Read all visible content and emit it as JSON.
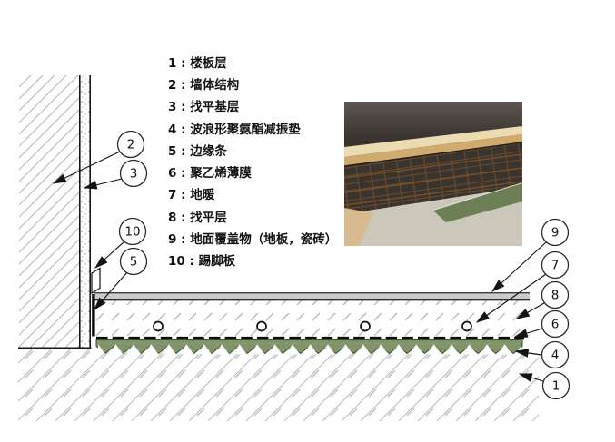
{
  "legend": {
    "items": [
      {
        "text": "1 : 楼板层"
      },
      {
        "text": "2 : 墙体结构"
      },
      {
        "text": "3 : 找平基层"
      },
      {
        "text": "4 : 波浪形聚氨酯减振垫"
      },
      {
        "text": "5 : 边缘条"
      },
      {
        "text": "6 : 聚乙烯薄膜"
      },
      {
        "text": "7 : 地暖"
      },
      {
        "text": "8 : 找平层"
      },
      {
        "text": "9 : 地面覆盖物（地板，瓷砖）"
      },
      {
        "text": "10 : 踢脚板"
      }
    ]
  },
  "callouts": {
    "floor_slab": "1",
    "wall_structure": "2",
    "leveling_base": "3",
    "damping_pad": "4",
    "edge_strip": "5",
    "pe_film": "6",
    "floor_heating": "7",
    "leveling_layer": "8",
    "floor_covering": "9",
    "skirting_board": "10"
  },
  "colors": {
    "damping_pad_green": "#7f9468",
    "hatch_gray": "#b4b4b4",
    "floor_covering_gray": "#cbcbcb"
  }
}
